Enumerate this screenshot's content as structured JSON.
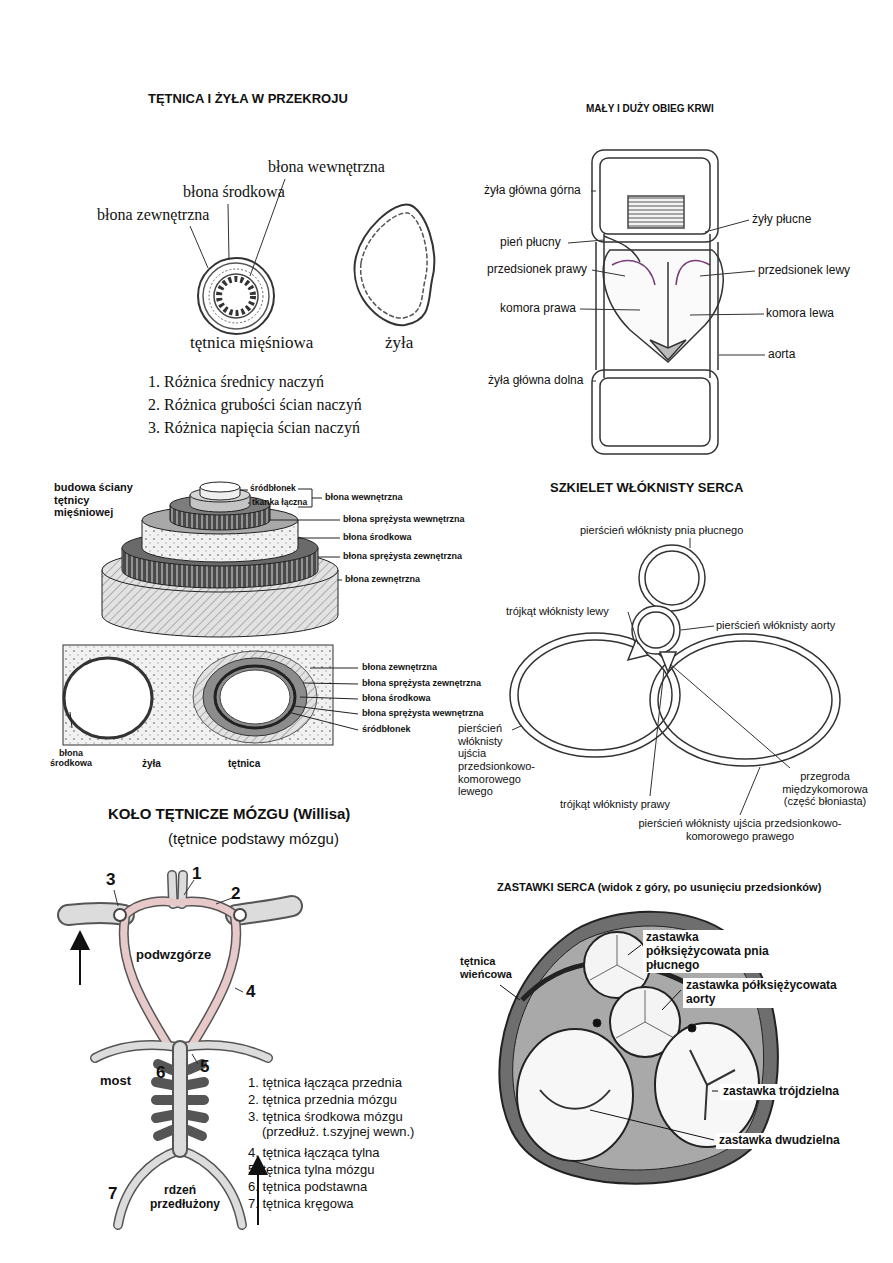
{
  "diagram": {
    "labels": [
      "TĘTNICA I ŻYŁA W PRZEKROJU",
      "błona wewnętrzna",
      "błona środkowa",
      "błona zewnętrzna",
      "tętnica mięśniowa",
      "żyła",
      "1. Różnica średnicy naczyń",
      "2. Różnica grubości ścian naczyń",
      "3. Różnica napięcia ścian naczyń",
      "MAŁY I DUŻY OBIEG KRWI",
      "żyła główna górna",
      "żyły płucne",
      "pień płucny",
      "przedsionek prawy",
      "przedsionek lewy",
      "komora prawa",
      "komora lewa",
      "aorta",
      "żyła główna dolna",
      "budowa ściany tętnicy mięśniowej",
      "śródbłonek",
      "tkanka łączna",
      "błona wewnętrzna",
      "błona sprężysta wewnętrzna",
      "błona środkowa",
      "błona sprężysta zewnętrzna",
      "błona zewnętrzna",
      "błona zewnętrzna",
      "błona sprężysta zewnętrzna",
      "błona środkowa",
      "błona sprężysta wewnętrzna",
      "śródbłonek",
      "błona środkowa",
      "żyła",
      "tętnica",
      "SZKIELET WŁÓKNISTY SERCA",
      "pierścień włóknisty pnia płucnego",
      "trójkąt włóknisty lewy",
      "pierścień włóknisty aorty",
      "pierścień włóknisty ujścia przedsionkowo-komorowego lewego",
      "przegroda międzykomorowa (część błoniasta)",
      "trójkąt włóknisty prawy",
      "pierścień włóknisty ujścia przedsionkowo-komorowego prawego",
      "KOŁO TĘTNICZE MÓZGU (Willisa)",
      "(tętnice podstawy mózgu)",
      "3",
      "1",
      "2",
      "podwzgórze",
      "4",
      "5",
      "most",
      "6",
      "7",
      "rdzeń przedłużony",
      "1. tętnica łącząca przednia",
      "2. tętnica przednia mózgu",
      "3. tętnica środkowa mózgu (przedłuż. t.szyjnej wewn.)",
      "4. tętnica łącząca tylna",
      "5. tętnica tylna mózgu",
      "6. tętnica podstawna",
      "7. tętnica kręgowa",
      "ZASTAWKI SERCA (widok z góry, po usunięciu przedsionków)",
      "zastawka półksiężycowata pnia płucnego",
      "tętnica wieńcowa",
      "zastawka półksiężycowata aorty",
      "zastawka trójdzielna",
      "zastawka dwudzielna"
    ]
  }
}
